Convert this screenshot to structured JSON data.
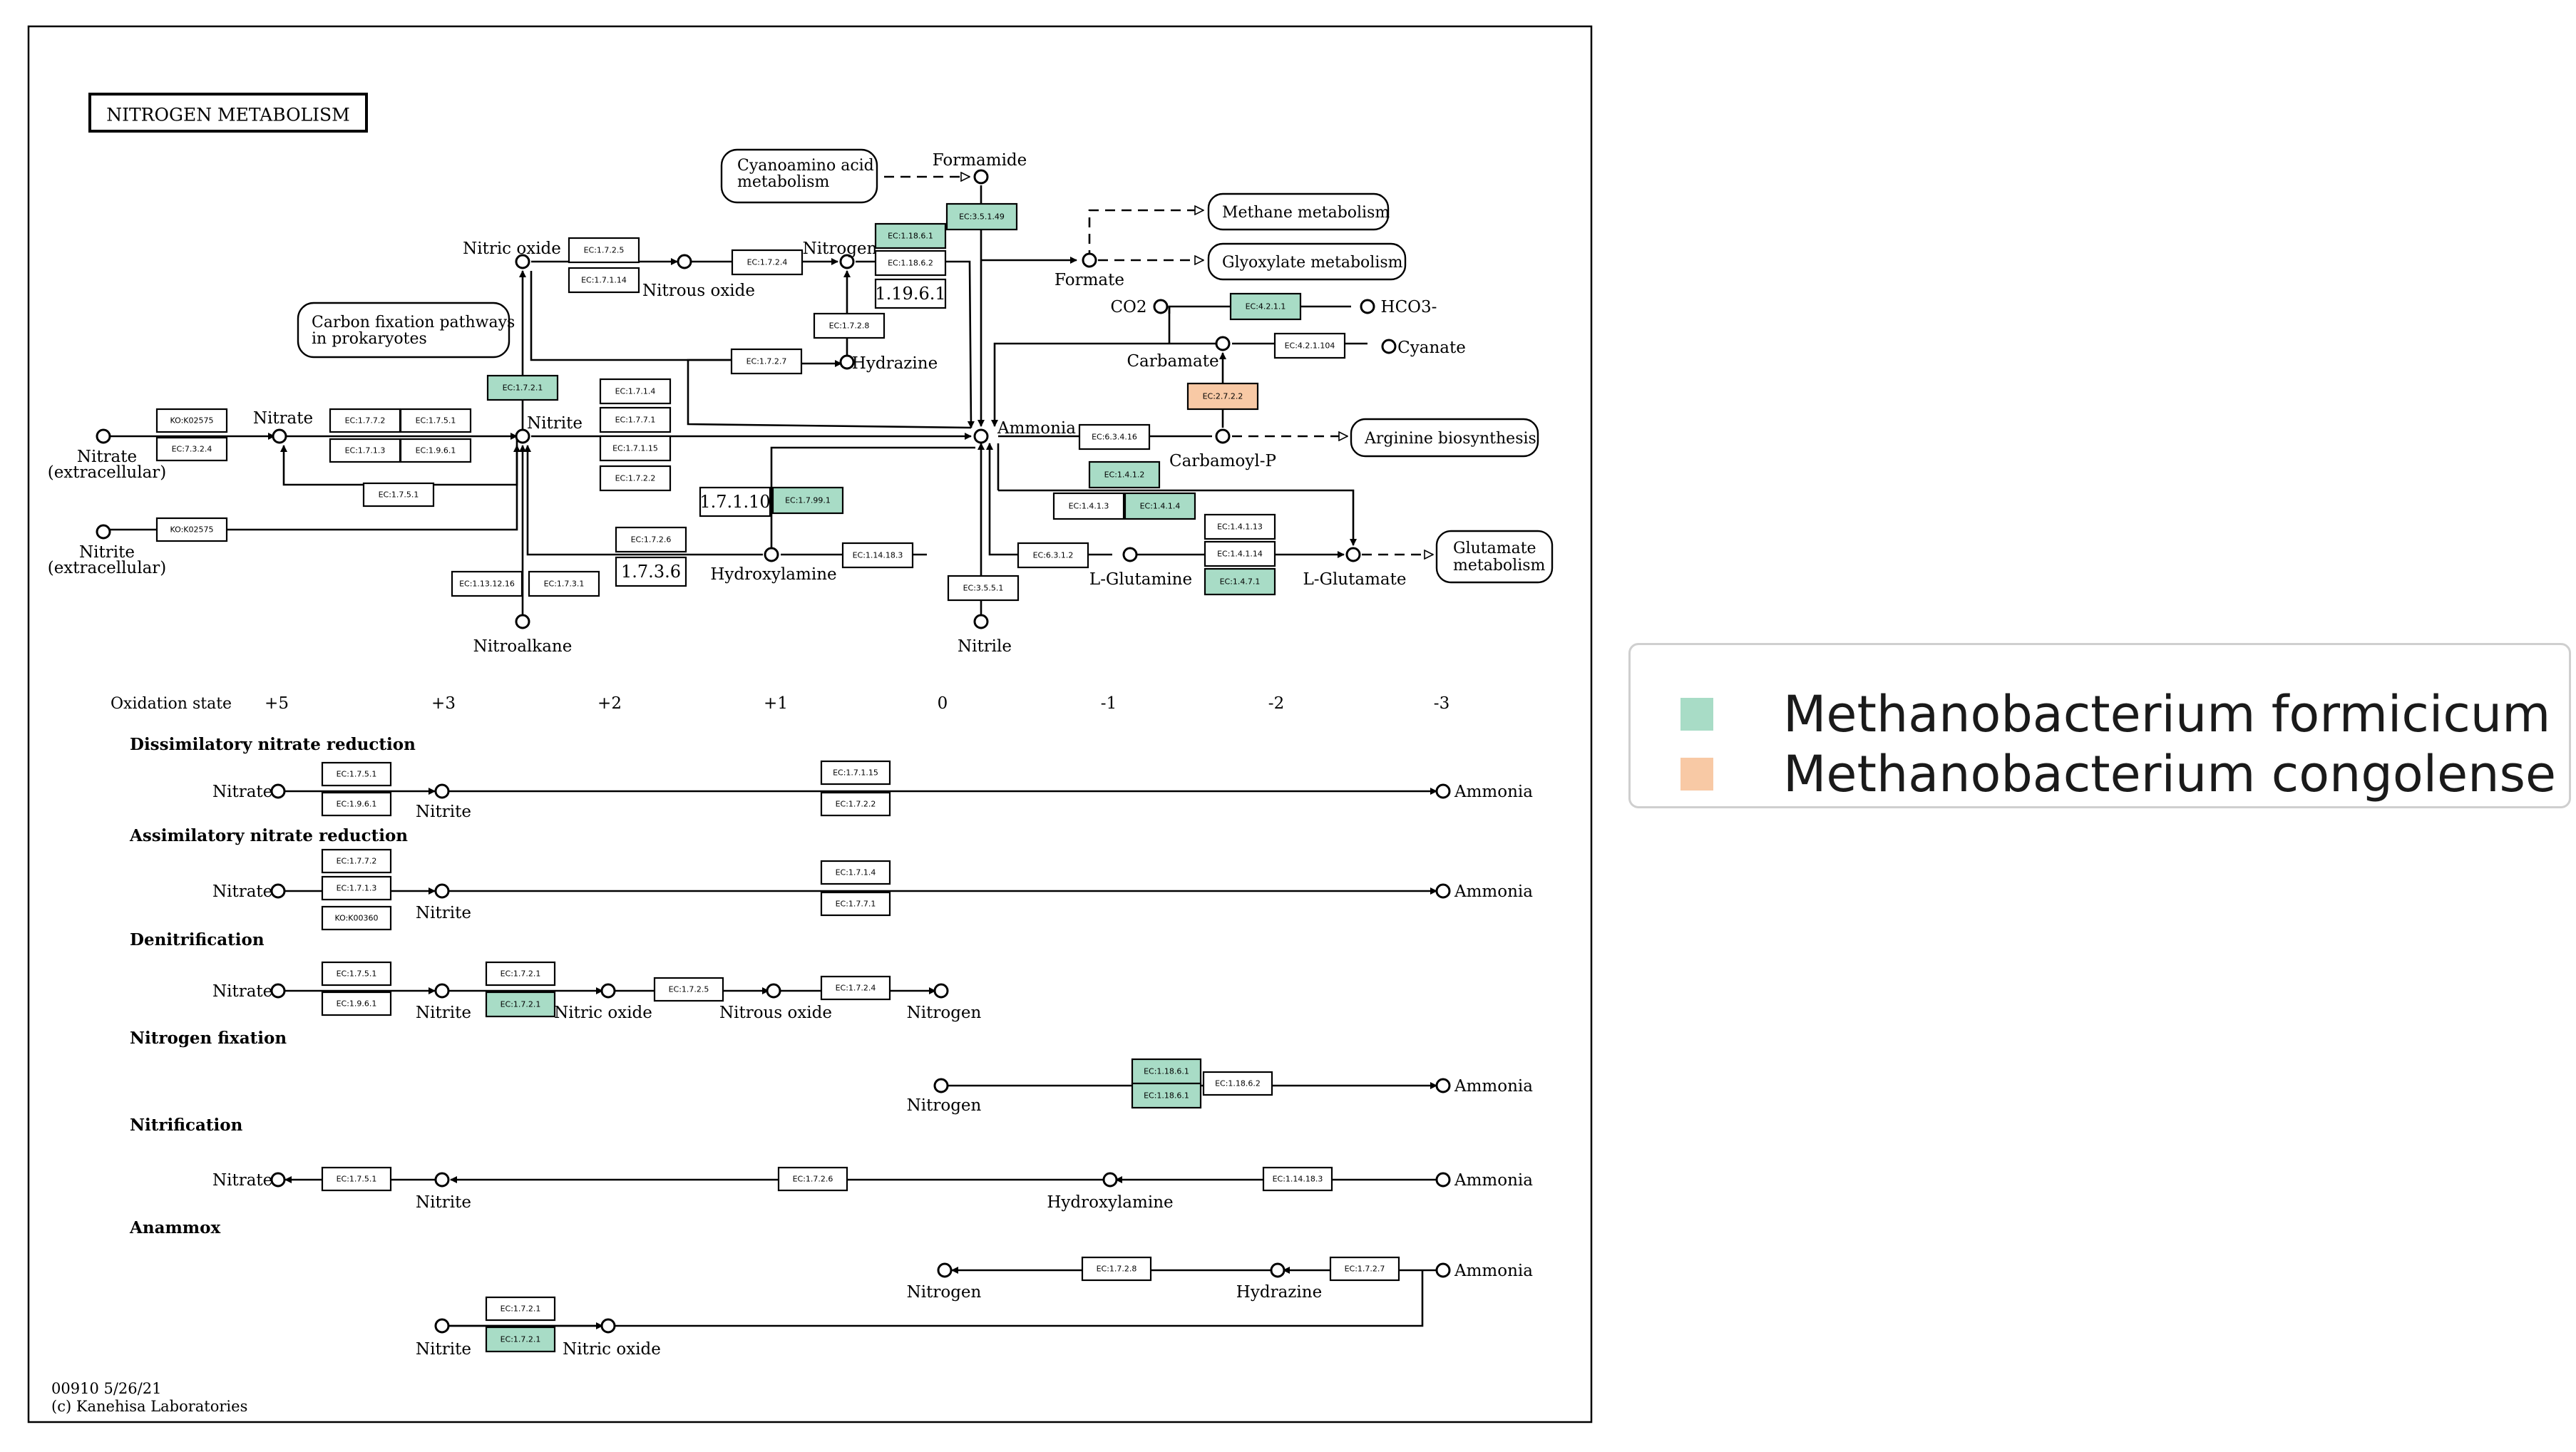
{
  "title": "NITROGEN METABOLISM",
  "footer": {
    "line1": "00910 5/26/21",
    "line2": "(c) Kanehisa Laboratories"
  },
  "colors": {
    "formicicum": "#a8dcc6",
    "congolense": "#f8c9a5",
    "plain": "#ffffff"
  },
  "legend": [
    {
      "label": "Methanobacterium formicicum",
      "color": "#a8dcc6"
    },
    {
      "label": "Methanobacterium congolense",
      "color": "#f8c9a5"
    }
  ],
  "oxidation": {
    "label": "Oxidation state",
    "values": [
      "+5",
      "+3",
      "+2",
      "+1",
      "0",
      "-1",
      "-2",
      "-3"
    ]
  },
  "modules": [
    "Dissimilatory nitrate reduction",
    "Assimilatory nitrate reduction",
    "Denitrification",
    "Nitrogen fixation",
    "Nitrification",
    "Anammox"
  ],
  "maps": [
    {
      "id": "cyano",
      "lines": [
        "Cyanoamino acid",
        "metabolism"
      ]
    },
    {
      "id": "carbon",
      "lines": [
        "Carbon fixation pathways",
        "in prokaryotes"
      ]
    },
    {
      "id": "methane",
      "lines": [
        "Methane metabolism"
      ]
    },
    {
      "id": "glyox",
      "lines": [
        "Glyoxylate metabolism"
      ]
    },
    {
      "id": "arginine",
      "lines": [
        "Arginine biosynthesis"
      ]
    },
    {
      "id": "glutamate",
      "lines": [
        "Glutamate",
        "metabolism"
      ]
    }
  ],
  "compounds": [
    "Nitrate",
    "(extracellular)",
    "Nitrite",
    "(extracellular)",
    "Nitrate",
    "Nitrite",
    "Nitric oxide",
    "Nitrous oxide",
    "Nitrogen",
    "Hydrazine",
    "Formamide",
    "Formate",
    "CO2",
    "HCO3-",
    "Cyanate",
    "Carbamate",
    "Ammonia",
    "Carbamoyl-P",
    "L-Glutamine",
    "L-Glutamate",
    "Hydroxylamine",
    "Nitroalkane",
    "Nitrile"
  ],
  "enzymes": [
    "KO:K02575",
    "EC:7.3.2.4",
    "KO:K02575",
    "EC:1.7.7.2",
    "EC:1.7.5.1",
    "EC:1.7.1.3",
    "EC:1.9.6.1",
    "EC:1.7.5.1",
    "EC:1.7.2.1",
    "EC:1.7.2.5",
    "EC:1.7.1.14",
    "EC:1.7.2.4",
    "EC:1.18.6.1",
    "EC:1.18.6.2",
    "1.19.6.1",
    "EC:1.7.2.8",
    "EC:1.7.2.7",
    "EC:3.5.1.49",
    "EC:1.7.1.4",
    "EC:1.7.7.1",
    "EC:1.7.1.15",
    "EC:1.7.2.2",
    "EC:4.2.1.1",
    "EC:4.2.1.104",
    "EC:2.7.2.2",
    "EC:6.3.4.16",
    "EC:1.4.1.2",
    "EC:1.4.1.3",
    "EC:1.4.1.4",
    "1.7.1.10",
    "EC:1.7.99.1",
    "EC:1.7.2.6",
    "1.7.3.6",
    "EC:1.13.12.16",
    "EC:1.7.3.1",
    "EC:1.14.18.3",
    "EC:6.3.1.2",
    "EC:3.5.5.1",
    "EC:1.4.1.13",
    "EC:1.4.1.14",
    "EC:1.4.7.1",
    "KO:K00360"
  ]
}
